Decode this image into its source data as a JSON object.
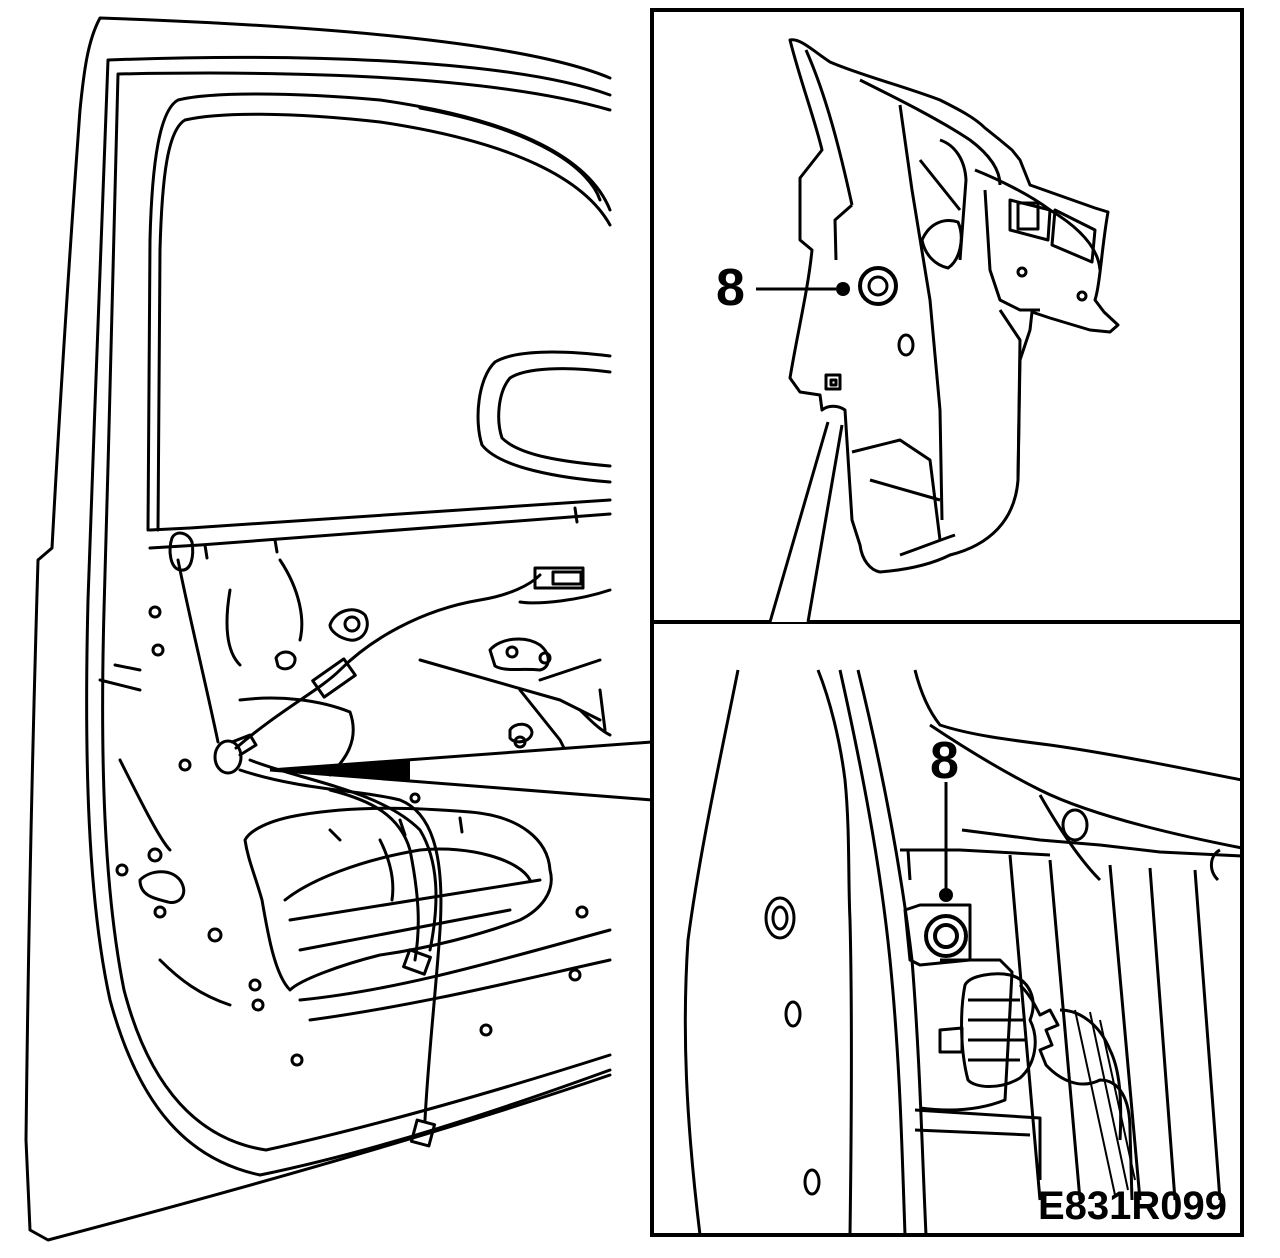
{
  "figure": {
    "code": "E831R099",
    "callouts": {
      "upper_detail": "8",
      "lower_detail": "8"
    }
  },
  "colors": {
    "line": "#000000",
    "background": "#ffffff"
  }
}
